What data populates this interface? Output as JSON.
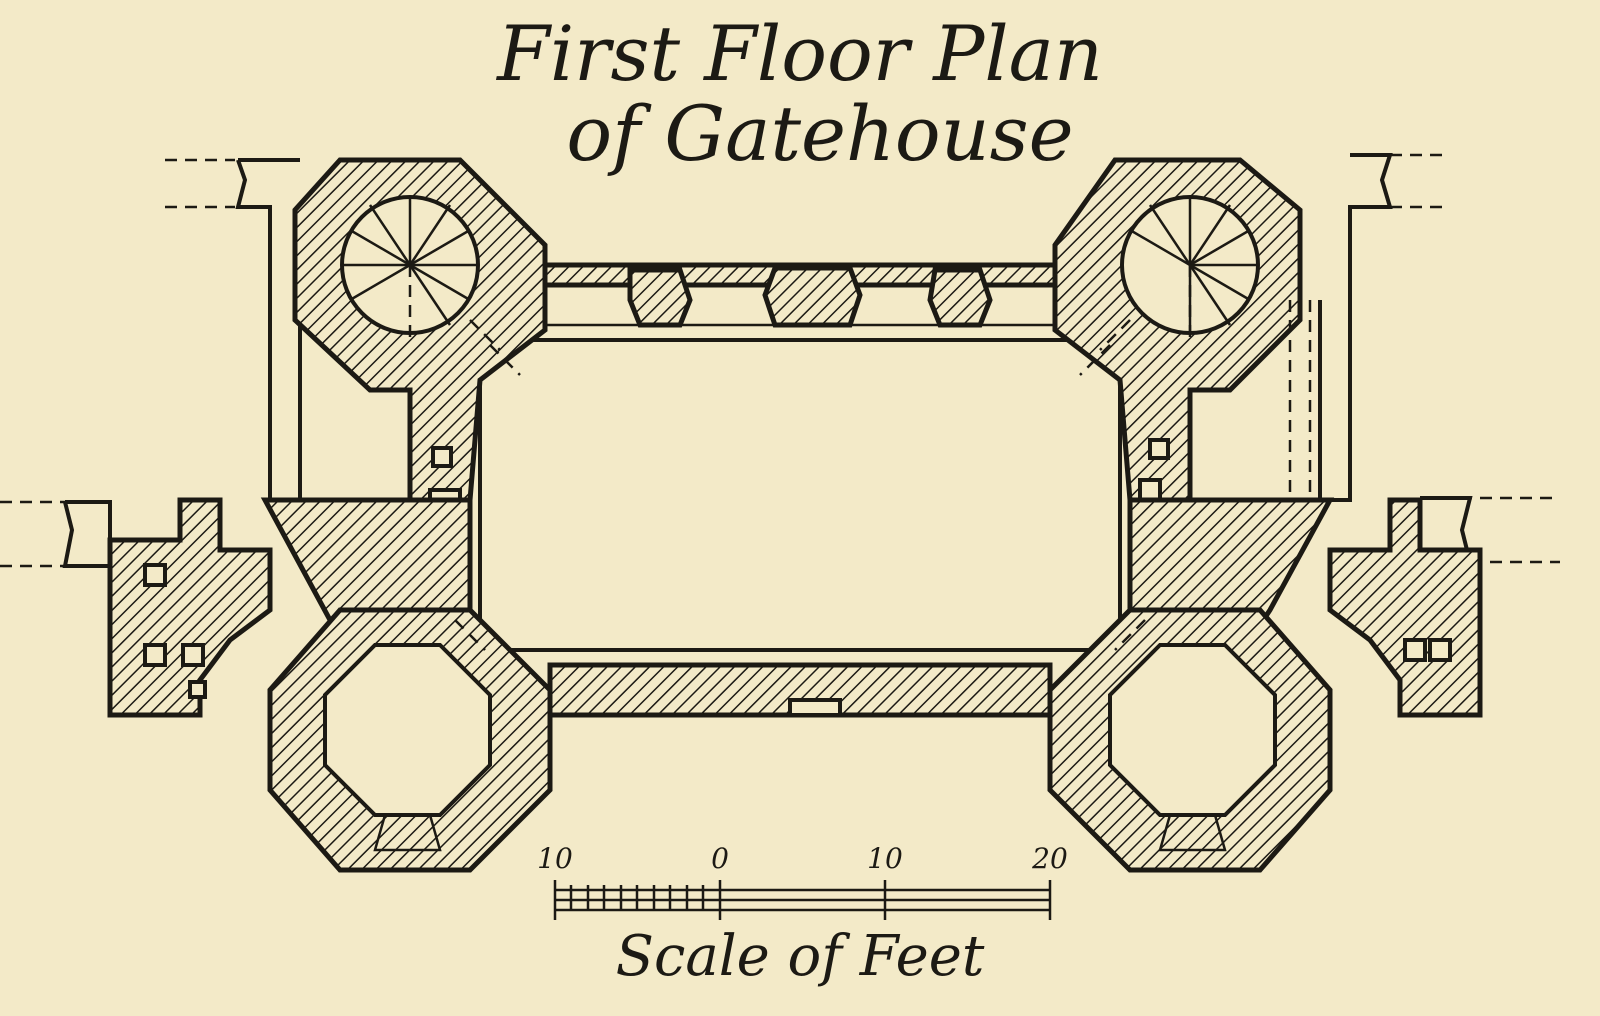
{
  "title": {
    "line1": "First Floor Plan",
    "line2": "of Gatehouse"
  },
  "scale": {
    "caption": "Scale of Feet",
    "ticks": [
      "10",
      "0",
      "10",
      "20"
    ],
    "ticks_feet": [
      -10,
      0,
      10,
      20
    ]
  },
  "colors": {
    "paper": "#f3eac8",
    "ink": "#1c1a14"
  }
}
